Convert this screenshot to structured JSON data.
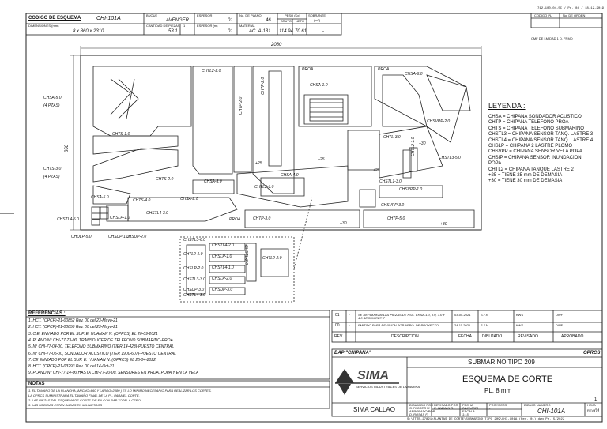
{
  "header": {
    "ref_top": "712-100-04-5C / Pr. 04 / 18-12-2019",
    "codigo_label": "CODIGO DE ESQUEMA",
    "codigo_value": "CHI-101A",
    "buque_label": "BUQUE",
    "buque_value": "AVENGER",
    "espesor_label": "ESPESOR",
    "espesor_value": "01",
    "plano_label": "No. DE PLANO",
    "plano_value": "46",
    "peso_label": "PESO (Kg)",
    "bruto_label": "BRUTO",
    "neto_label": "NETO",
    "bruto_value": "114.94",
    "neto_value": "70.61",
    "sobrante_label": "SOBRANTE",
    "sobrante_unit": "(m2)",
    "sobrante_value": "-",
    "dimensiones_label": "DIMENSIONES (mm)",
    "dimensiones_value": "8 x 860 x 2310",
    "cantidad_label": "CANTIDAD DE PIEZAS",
    "cantidad_value": "53.1",
    "cantidad_sub": "1",
    "espesor2_label": "ESPESOR (m)",
    "espesor2_value": "01",
    "material_label": "MATERIAL",
    "material_value": "AC. A-131",
    "right_box": [
      "CODIGO PL.",
      "No. DE ORDEN"
    ],
    "right_note": "CMF  DE LMIDAD  1 D. FRMD"
  },
  "drawing": {
    "width_dim": "2080",
    "height_dim": "860",
    "part_labels": [
      "CHTL2-2.0",
      "CHTP-2.0",
      "CHTP-2.0",
      "PROA",
      "PROA",
      "CHSA-1.0",
      "CHSA-6.0",
      "CHSA-5.0",
      "(4 PZAS)",
      "CHTS-1.0",
      "CHTS-3.0",
      "(4 PZAS)",
      "CHSA-3.0",
      "CHSA-2.0",
      "CHTS-2.0",
      "CHSA-4.0",
      "CHTS-4.0",
      "CHSA-5.0",
      "CHTL-3.0",
      "CHSVPP-1.0",
      "CHSVPP-2.0",
      "CHSVPP-3.0",
      "CHSTL3-5.0",
      "CHSTL4-5.0",
      "CHSLP-1.0",
      "CHSDP-2.0",
      "CHSTL4-3.0",
      "CHTP-3.0",
      "CHTP-5.0",
      "CHDLP-5.0",
      "CHSDP-1.0",
      "PROA",
      "CHTL2-1.0",
      "+25",
      "+30",
      "+25",
      "+25",
      "+30",
      "CHTL2-1.0",
      "CHSTL1-3.0",
      "+30"
    ],
    "detail_labels": [
      "CHSTL3-6.0",
      "CHSTL4-2.0",
      "CHSLP-1.0",
      "CHSTL-2.0",
      "CHSTL4-1.0",
      "CHTL2-1.0",
      "CHSLP-2.0",
      "CHSLP-2.0",
      "CHSDP-3.0",
      "CHSTL3-3.0",
      "CHSDP-3.0",
      "CHSTL4-3.0",
      "CHTL2-2.0"
    ]
  },
  "leyenda": {
    "title": "LEYENDA :",
    "items": [
      "CHSA  =  CHIPANA SONDADOR ACUSTICO",
      "CHTP  =  CHIPANA TELEFONO PROA",
      "CHTS  =  CHIPANA TELEFONO SUBMARINO",
      "CHSTL3 = CHIPANA SENSOR TANQ. LASTRE 3",
      "CHSTL4 = CHIPANA SENSOR TANQ. LASTRE 4",
      "CHSLP  =  CHIPANA 2 LASTRE PLOMO",
      "CHSVPP = CHIPANA SENSOR VELA POPA",
      "CHSIP  =  CHIPANA SENSOR INUNDACION",
      "              POPA",
      "CHTL2  =  CHIPANA TANQUE LASTRE 2",
      "+25   =   TIENE 25 mm DE DEMASIA",
      "+30   =   TIENE 30 mm DE DEMASIA"
    ]
  },
  "referencias": {
    "title": "REFERENCIAS :",
    "items": [
      "1.  HCT. (OPCP)-21-00852 Rev. 00 del 23-Mayo-21",
      "2.  HCT. (OPCP)-21-00850 Rev. 00 del 23-Mayo-21",
      "3.  C.E. ENVIADO POR EL SUP. E. HUAMAN N. (OPRCS) EL 20-09-2021",
      "4.  PLANO N° CHI-77-73-00, TRANSDUCER DE TELEFONO SUBMARINO-PROA",
      "5.          N° CHI-77-04-00, TELEFONO SUBMARINO (TIER 14-423)-PUESTO CENTRAL",
      "6.          N° CHI-77-05-00, SONDADOR ACUSTICO (TIER 1900-607)-PUESTO CENTRAL",
      "7.  CE ENVIADO POR EL SUP. E. HUAMAN N. (OPRCS) EL 25-04-2022",
      "8.  HCT. (OPCP)-21-03293 Rev. 00 del 14-Oct-21",
      "9.  PLANO N° CHI-77-14-00 HASTA CHI-77-20-00, SENSORES EN PROA, POPA Y EN LA VELA"
    ]
  },
  "notas": {
    "title": "NOTAS",
    "items": [
      "1.  EL TAMAÑO DE LA PLANCHA (ANCHO=860 Y LARGO=2080 ) ES LO MINIMO NECESARIO PARA REALIZAR LOS CORTES.",
      "     LA OPRCS SUMINISTRARA EL TAMAÑO FINAL DE LA PL. PARA EL CORTE.",
      "2.  LAS PIEZAS DEL ESQUEMA DE CORTE SALEN CON BAP TOTAL A CERO.",
      "3.  LAS MEDIDAS ESTAN DADAS EN MILIMETROS"
    ]
  },
  "revisions": {
    "rows": [
      {
        "rev": "01",
        "sym": "-",
        "desc": "SE REPLANEAN LAS PIEZAS DE PSS. CHSA-1.0, 3.0, 3.0 Y 4.0 SEGUN REF. 7",
        "fecha": "03-05-2021",
        "dibujado": "S.F.N",
        "revisado": "KWS",
        "aprobado": "DWF"
      },
      {
        "rev": "00",
        "sym": "-",
        "desc": "EMITIDO PARA REVISION POR APRO. DE PROYECTO",
        "fecha": "24-11-2021",
        "dibujado": "S.F.N",
        "revisado": "KWS",
        "aprobado": "DWF"
      }
    ],
    "headers": [
      "REV.",
      "",
      "DESCRIPCION",
      "FECHA",
      "DIBUJADO",
      "REVISADO",
      "APROBADO"
    ]
  },
  "title_block": {
    "bap": "BAP \"CHIPANA\"",
    "oprcs": "OPRCS",
    "project": "SUBMARINO TIPO 209",
    "title_main": "ESQUEMA DE CORTE",
    "title_sub": "PL. 8 mm",
    "logo_text": "SIMA",
    "logo_sub": "SERVICIOS INDUSTRIALES DE LA MARINA",
    "company": "SIMA CALLAO",
    "fields": [
      {
        "label": "DIBUJADO POR",
        "value": "S. FLORES M."
      },
      {
        "label": "REVISADO POR",
        "value": "K. WAMAN S."
      },
      {
        "label": "APROBADO POR",
        "value": "D. ROSAS F."
      },
      {
        "label": "ESCALA",
        "value": "1:15"
      },
      {
        "label": "FECHA",
        "value": "24-11-2021"
      },
      {
        "label": "PROYECTO",
        "value": "-"
      }
    ],
    "drawing_no_label": "DIBUJO NUMERO",
    "drawing_no": "CHI-101A",
    "hoja_label": "HOJA",
    "hoja_value": "1",
    "rev_label": "REV.",
    "rev_value": "01",
    "footer_path": "S:\\TTTB-27821\\PLANTAS DE CORTE\\SUBMARINO TIPO 209\\CHI-101A (Rev. 01).dwg  Pr. 5/2022"
  },
  "colors": {
    "line": "#222222",
    "paper": "#ffffff"
  }
}
